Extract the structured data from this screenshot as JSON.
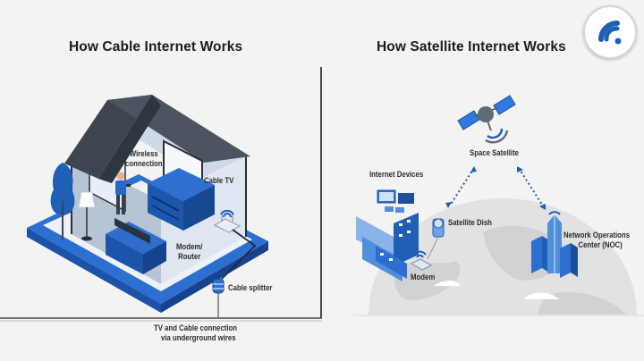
{
  "left_panel": {
    "title": "How Cable Internet Works",
    "labels": {
      "wireless": [
        "Wireless",
        "connection"
      ],
      "cable_tv": "Cable TV",
      "modem_router": [
        "Modem/",
        "Router"
      ],
      "cable_splitter": "Cable splitter",
      "underground": [
        "TV and Cable connection",
        "via underground wires"
      ]
    }
  },
  "right_panel": {
    "title": "How Satellite Internet Works",
    "labels": {
      "space_satellite": "Space Satellite",
      "internet_devices": "Internet Devices",
      "satellite_dish": "Satellite Dish",
      "modem": "Modem",
      "noc": [
        "Network Operations",
        "Center (NOC)"
      ]
    }
  },
  "logo": {
    "icon": "wifi-icon"
  },
  "colors": {
    "background": "#f3f3f3",
    "primary_blue": "#1f5fb5",
    "light_blue": "#4f8fdc",
    "roof": "#3d4550",
    "wall": "#c9d3e0",
    "divider": "#4a4a4a"
  }
}
